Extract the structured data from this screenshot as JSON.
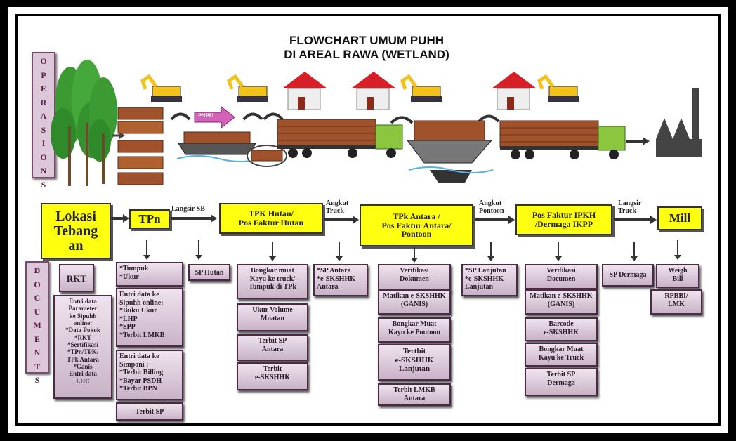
{
  "title": {
    "line1": "FLOWCHART UMUM  PUHH",
    "line2": "DI AREAL RAWA (WETLAND)"
  },
  "operations_label": "OPERASIONS",
  "documents_label": "DOCUMENTS",
  "stages": {
    "lokasi": "Lokasi\nTebang\nan",
    "tpn": "TPn",
    "tpk_hutan": "TPK Hutan/\nPos Faktur Hutan",
    "tpk_antara": "TPk Antara /\nPos Faktur  Antara/\nPontoon",
    "pos_ipkh": "Pos Faktur IPKH\n/Dermaga IKPP",
    "mill": "Mill"
  },
  "transfers": {
    "t1": "Langsir SB",
    "t2": "Angkut\nTruck",
    "t3": "Angkut\nPontoon",
    "t4": "Langsir\nTruck"
  },
  "ponton_label": "PNPU",
  "documents": {
    "rkt": "RKT",
    "entri_sipuhh": "Entri data\nParameter\nke Sipuhh\nonline:\n*Data Pokok\n*RKT\n*Sertifikasi\n*TPn/TPK/\nTPk Antara\n*Ganis\nEntri data\nLHC",
    "tpn_tumpuk": "*Tumpuk\n*Ukur",
    "tpn_entri": "Entri data ke\nSipuhh online:\n*Buku Ukur\n*LHP\n*SPP\n*Terbit LMKB",
    "tpn_simponi": "Entri data ke\nSimponi :\n*Terbit Billing\n*Bayar PSDH\n*Terbit BPN",
    "tpn_sp": "Terbit  SP",
    "sp_hutan": "SP  Hutan",
    "tpk_bongkar": "Bongkar muat\nKayu ke truck/\nTumpuk di TPk",
    "tpk_ukur": "Ukur  Volume\nMuatan",
    "tpk_sp_antara": "Terbit SP\nAntara",
    "tpk_sk": "Terbit\ne-SKSHHK",
    "angkut_truck_docs": "*SP Antara\n*e-SKSHHK\nAntara",
    "antara_verif": "Verifikasi\nDokumen",
    "antara_matikan": "Matikan e-SKSHHK\n(GANIS)",
    "antara_bongkar": "Bongkar Muat\nKayu ke Pontoon",
    "antara_terbit": "Tertbit\ne-SKSHHK\nLanjutan",
    "antara_lmkb": "Terbit  LMKB\nAntara",
    "angkut_pontoon_docs": "*SP Lanjutan\n*e-SKSHHK\nLanjutan",
    "ipkh_verif": "Verifikasi\nDocumen",
    "ipkh_matikan": "Matikan e-SKSHHK\n(GANIS)",
    "ipkh_barcode": "Barcode\ne-SKSHHK",
    "ipkh_bongkar": "Bongkar Muat\nKayu ke Truck",
    "ipkh_sp": "Terbit SP\nDermaga",
    "sp_dermaga": "SP Dermaga",
    "weigh_bill": "Weigh\nBill",
    "rpbbi": "RPBBI/\nLMK"
  },
  "colors": {
    "stage_fill": "#ffff10",
    "doc_fill": "#dcc8d8",
    "label_text": "#5a1d4a",
    "house_roof": "#d81e26",
    "excavator": "#f2c21a",
    "truck_cab": "#8cc63f",
    "log": "#a0522d",
    "tree": "#3c9a32"
  }
}
